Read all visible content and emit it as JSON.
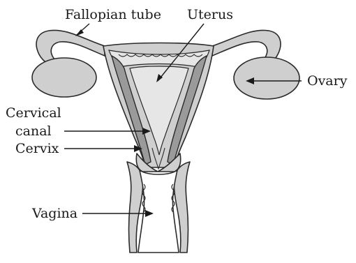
{
  "labels": {
    "fallopian_tube": "Fallopian tube",
    "uterus": "Uterus",
    "ovary": "Ovary",
    "cervical_canal_line1": "Cervical",
    "cervical_canal_line2": "canal",
    "cervix": "Cervix",
    "vagina": "Vagina"
  },
  "colors": {
    "tissue": "#cfcfcf",
    "wall": "#9a9a9a",
    "outline": "#2a2a2a"
  }
}
